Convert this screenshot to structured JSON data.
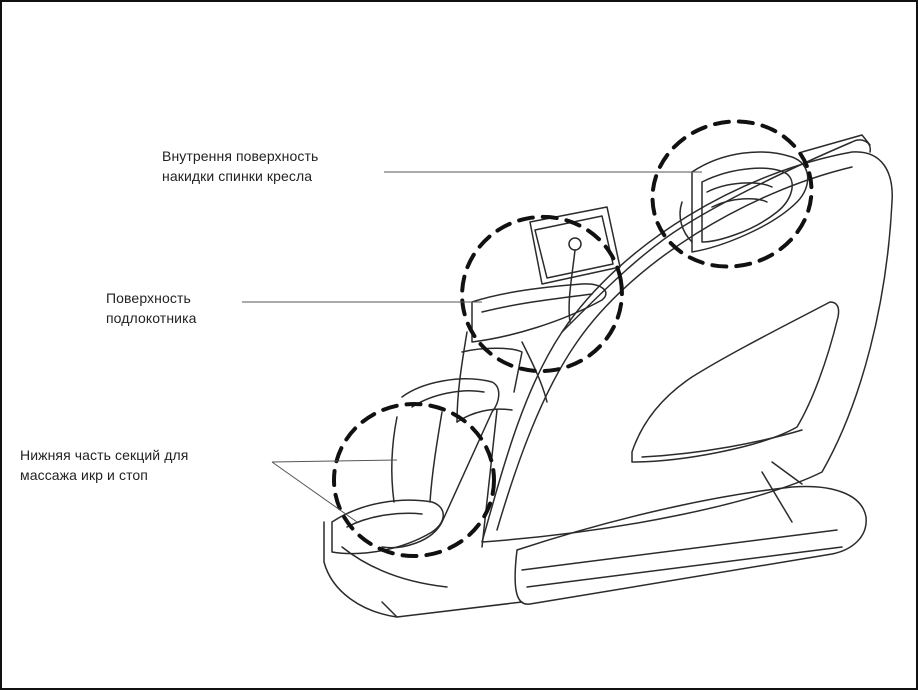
{
  "callouts": [
    {
      "id": "inner-backrest-cover",
      "lines": [
        "Внутрення поверхность",
        "накидки спинки кресла"
      ]
    },
    {
      "id": "armrest-surface",
      "lines": [
        "Поверхность",
        "подлокотника"
      ]
    },
    {
      "id": "calf-foot-sections",
      "lines": [
        "Нижняя часть секций для",
        "массажа икр и стоп"
      ]
    }
  ],
  "colors": {
    "line": "#2b2b2b",
    "dashed_highlight": "#111111",
    "border": "#111111",
    "background": "#ffffff"
  }
}
